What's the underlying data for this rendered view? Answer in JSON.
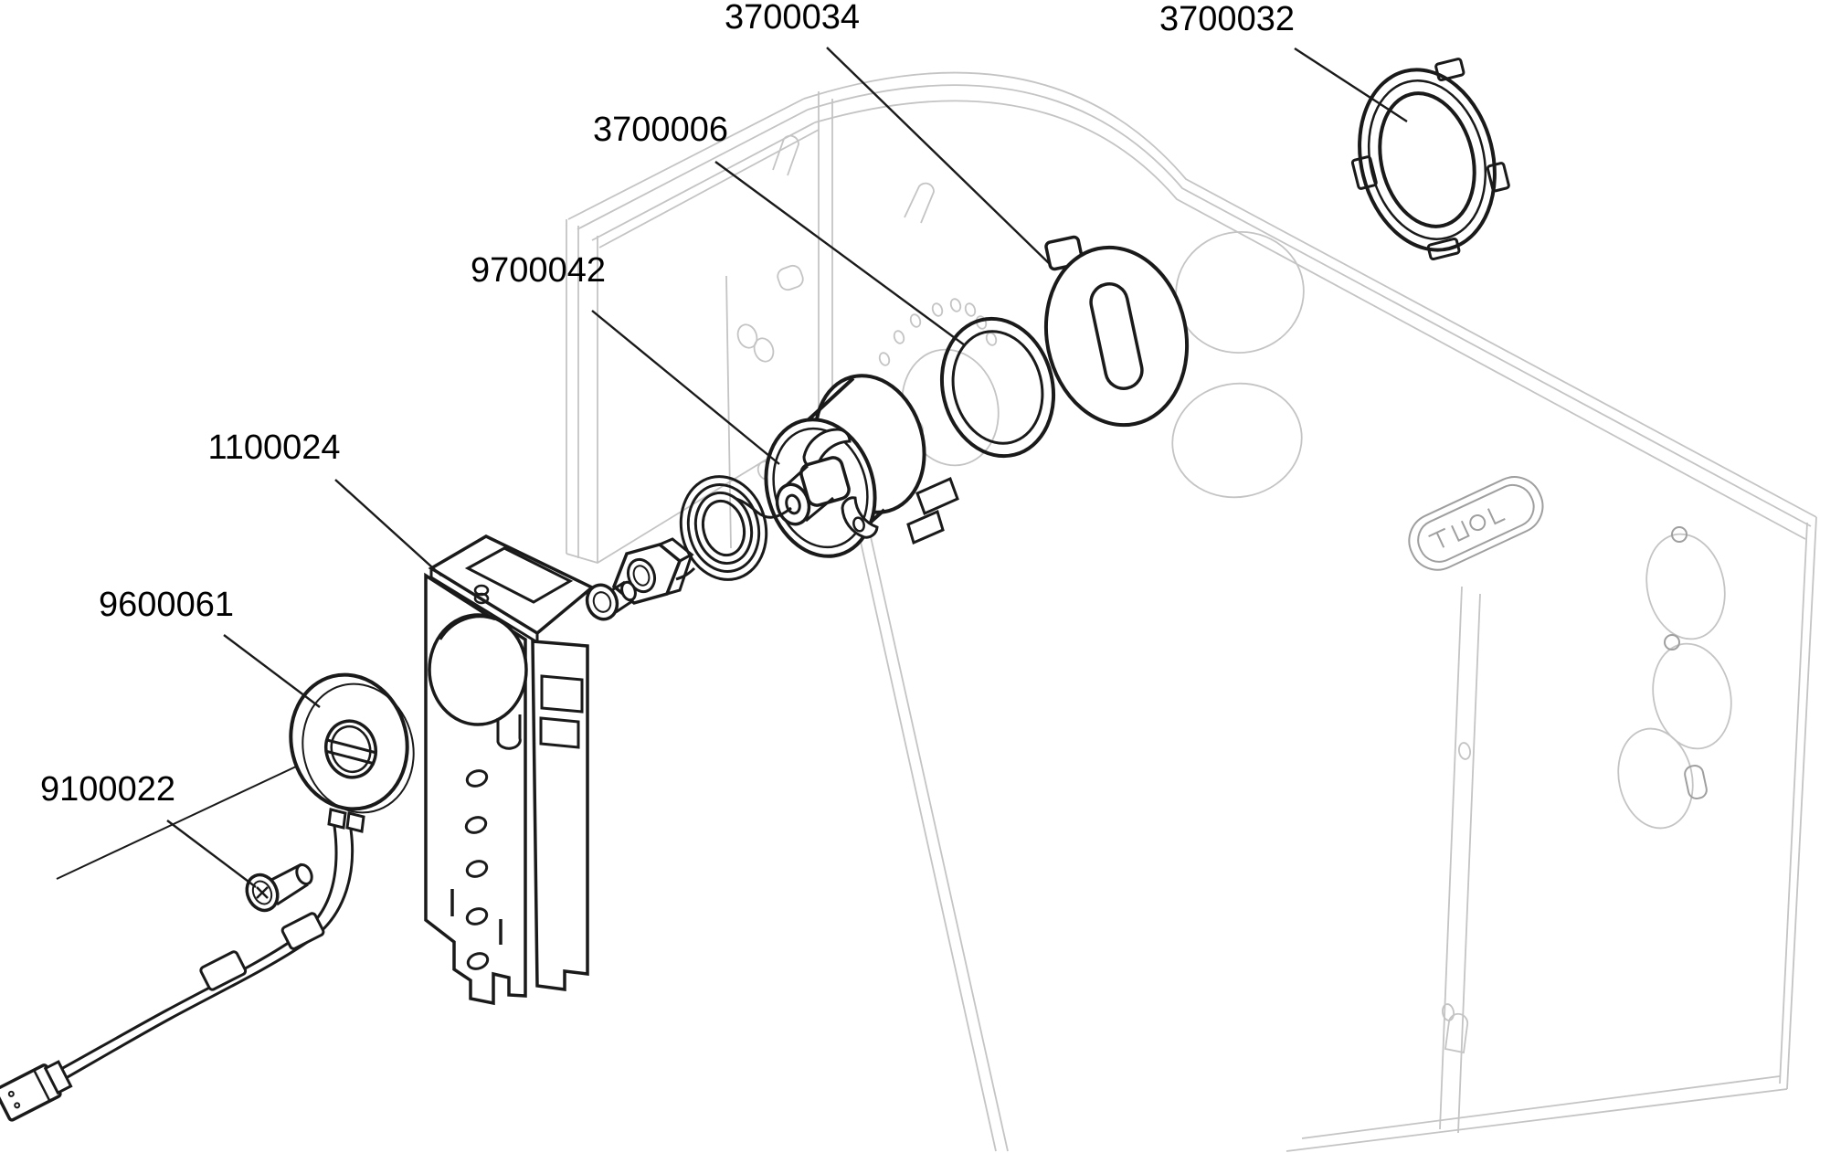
{
  "diagram": {
    "type": "exploded-parts-diagram",
    "background_color": "#ffffff",
    "part_line_color": "#1a1a1a",
    "enclosure_line_color": "#c4c4c4",
    "labels": [
      {
        "text": "3700034",
        "part": "round-cover-disc"
      },
      {
        "text": "3700032",
        "part": "locking-ring"
      },
      {
        "text": "3700006",
        "part": "bezel-ring"
      },
      {
        "text": "9700042",
        "part": "thermostat-valve-with-capillary"
      },
      {
        "text": "1100024",
        "part": "mounting-bracket"
      },
      {
        "text": "9600061",
        "part": "sensor-disc-with-wires"
      },
      {
        "text": "9100022",
        "part": "screw"
      }
    ]
  }
}
